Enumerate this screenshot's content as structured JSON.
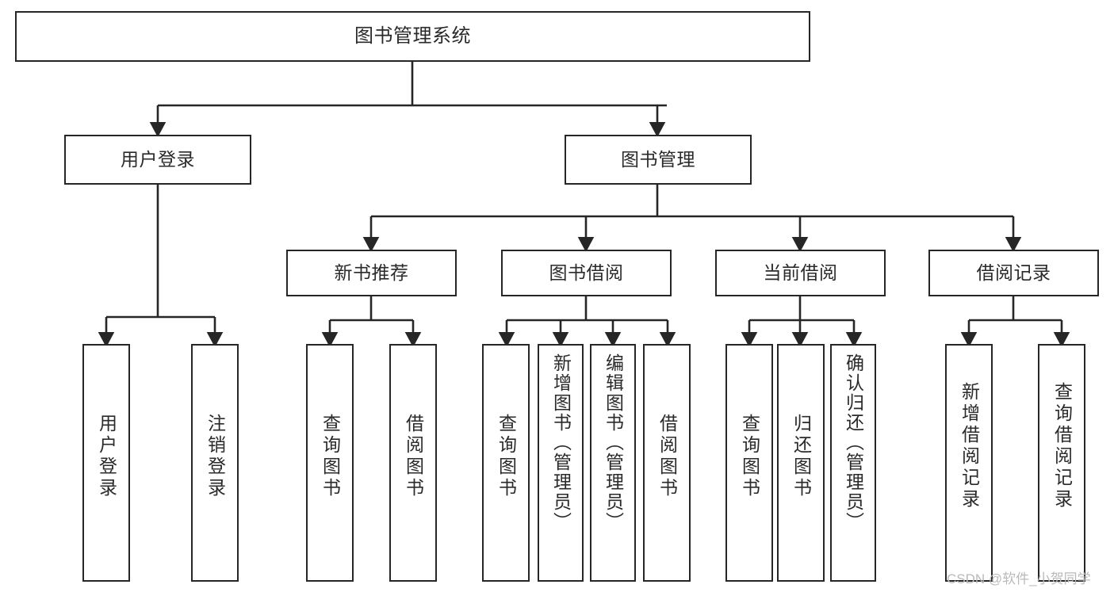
{
  "diagram": {
    "type": "tree-hierarchy",
    "title": "图书管理系统",
    "watermark": "CSDN @软件_小贺同学",
    "colors": {
      "box_border": "#262626",
      "box_fill": "#ffffff",
      "text": "#2a2a2a",
      "edge": "#262626",
      "watermark": "#b9b9b9",
      "background": "#ffffff"
    },
    "nodes": {
      "root": {
        "id": "root",
        "label": "图书管理系统",
        "level": 0,
        "orientation": "horizontal"
      },
      "level1": [
        {
          "id": "user-login",
          "label": "用户登录",
          "orientation": "horizontal"
        },
        {
          "id": "book-management",
          "label": "图书管理",
          "orientation": "horizontal"
        }
      ],
      "level2": [
        {
          "id": "new-book-recommend",
          "label": "新书推荐",
          "parent": "book-management",
          "orientation": "horizontal"
        },
        {
          "id": "book-borrow",
          "label": "图书借阅",
          "parent": "book-management",
          "orientation": "horizontal"
        },
        {
          "id": "current-borrow",
          "label": "当前借阅",
          "parent": "book-management",
          "orientation": "horizontal"
        },
        {
          "id": "borrow-record",
          "label": "借阅记录",
          "parent": "book-management",
          "orientation": "horizontal"
        }
      ],
      "leaves": [
        {
          "id": "leaf-user-login",
          "label": "用户登录",
          "parent": "user-login",
          "orientation": "vertical"
        },
        {
          "id": "leaf-logout-login",
          "label": "注销登录",
          "parent": "user-login",
          "orientation": "vertical"
        },
        {
          "id": "leaf-query-book-1",
          "label": "查询图书",
          "parent": "new-book-recommend",
          "orientation": "vertical"
        },
        {
          "id": "leaf-borrow-book-1",
          "label": "借阅图书",
          "parent": "new-book-recommend",
          "orientation": "vertical"
        },
        {
          "id": "leaf-query-book-2",
          "label": "查询图书",
          "parent": "book-borrow",
          "orientation": "vertical"
        },
        {
          "id": "leaf-add-book",
          "label": "新增图书（管理员）",
          "parent": "book-borrow",
          "orientation": "vertical"
        },
        {
          "id": "leaf-edit-book",
          "label": "编辑图书（管理员）",
          "parent": "book-borrow",
          "orientation": "vertical"
        },
        {
          "id": "leaf-borrow-book-2",
          "label": "借阅图书",
          "parent": "book-borrow",
          "orientation": "vertical"
        },
        {
          "id": "leaf-query-book-3",
          "label": "查询图书",
          "parent": "current-borrow",
          "orientation": "vertical"
        },
        {
          "id": "leaf-return-book",
          "label": "归还图书",
          "parent": "current-borrow",
          "orientation": "vertical"
        },
        {
          "id": "leaf-confirm-return",
          "label": "确认归还（管理员）",
          "parent": "current-borrow",
          "orientation": "vertical"
        },
        {
          "id": "leaf-add-record",
          "label": "新增借阅记录",
          "parent": "borrow-record",
          "orientation": "vertical"
        },
        {
          "id": "leaf-query-record",
          "label": "查询借阅记录",
          "parent": "borrow-record",
          "orientation": "vertical"
        }
      ]
    }
  }
}
